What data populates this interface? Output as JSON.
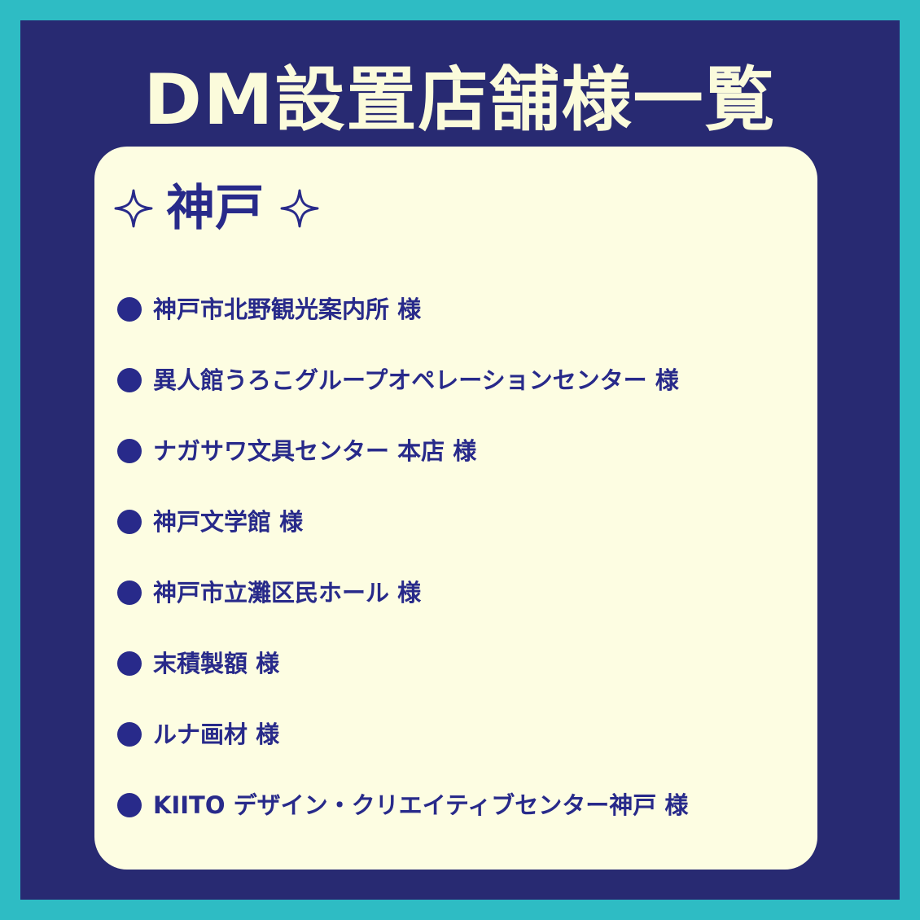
{
  "page": {
    "title": "DM設置店舗様一覧",
    "colors": {
      "outer_border": "#2ebcc4",
      "frame_background": "#282a72",
      "card_background": "#fdfde2",
      "title_text": "#fbfbdb",
      "list_text": "#282a8a"
    }
  },
  "section": {
    "icon_left": "sparkle-icon",
    "icon_right": "sparkle-icon",
    "heading": "神戸"
  },
  "stores": [
    {
      "icon": "bullet-icon",
      "name": "神戸市北野観光案内所 様"
    },
    {
      "icon": "bullet-icon",
      "name": "異人館うろこグループオペレーションセンター 様"
    },
    {
      "icon": "bullet-icon",
      "name": "ナガサワ文具センター 本店 様"
    },
    {
      "icon": "bullet-icon",
      "name": "神戸文学館 様"
    },
    {
      "icon": "bullet-icon",
      "name": "神戸市立灘区民ホール 様"
    },
    {
      "icon": "bullet-icon",
      "name": "末積製額 様"
    },
    {
      "icon": "bullet-icon",
      "name": "ルナ画材 様"
    },
    {
      "icon": "bullet-icon",
      "name": "KIITO デザイン・クリエイティブセンター神戸 様"
    }
  ]
}
